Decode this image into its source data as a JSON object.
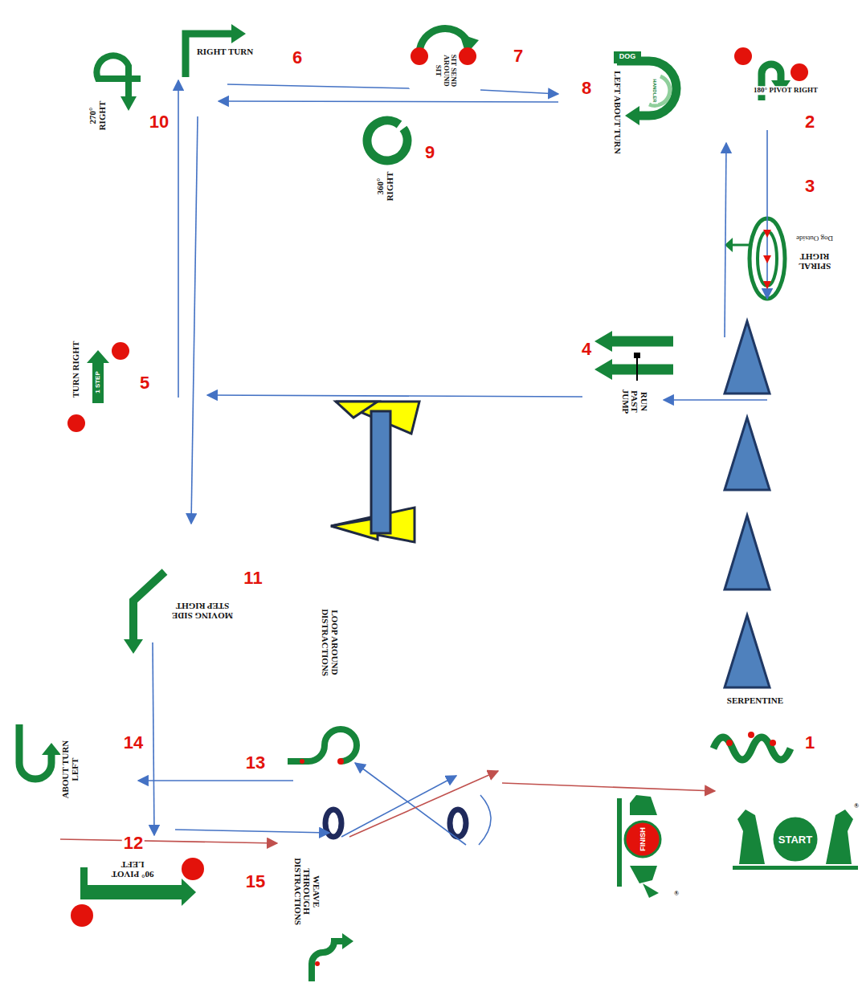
{
  "diagram": {
    "nodes": [
      {
        "text": [
          "START"
        ]
      },
      {
        "text": [
          "FINISH"
        ]
      }
    ],
    "labels": [
      "1",
      "2",
      "3",
      "4",
      "5",
      "6",
      "7",
      "8",
      "9",
      "10",
      "11",
      "12",
      "13",
      "14",
      "15",
      "SERPENTINE",
      "180° PIVOT RIGHT",
      "SPIRAL RIGHT",
      "Dog Outside",
      "RUN PAST JUMP",
      "LEFT ABOUT TURN",
      "DOG",
      "HANDLER",
      "SIT SEND AROUND SIT",
      "RIGHT TURN",
      "270° RIGHT",
      "360° RIGHT",
      "TURN RIGHT",
      "1 STEP",
      "MOVING SIDE STEP RIGHT",
      "LOOP AROUND DISTRACTIONS",
      "ABOUT TURN LEFT",
      "90° PIVOT LEFT",
      "WEAVE THROUGH DISTRACTIONS",
      "®",
      "®"
    ]
  }
}
